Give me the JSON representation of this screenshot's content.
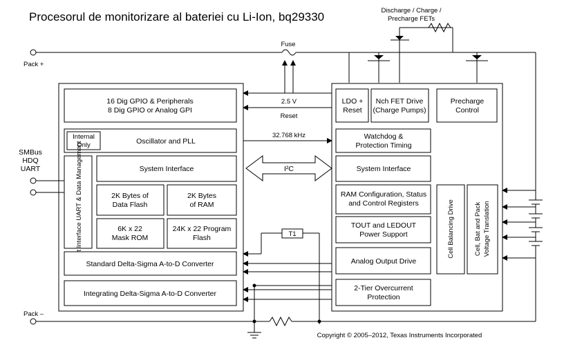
{
  "title": "Procesorul de monitorizare al bateriei cu Li-Ion, bq29330",
  "fets_label": [
    "Discharge / Charge /",
    "Precharge FETs"
  ],
  "fuse_label": "Fuse",
  "pack_plus": "Pack +",
  "pack_minus": "Pack –",
  "host_io": [
    "SMBus",
    "HDQ",
    "UART"
  ],
  "signals": {
    "v25": "2.5 V",
    "reset": "Reset",
    "clock": "32.768 kHz",
    "i2c": "I²C",
    "t1": "T1"
  },
  "left_chip": {
    "gpio": [
      "16 Dig GPIO & Peripherals",
      "8 Dig GPIO or Analog GPI"
    ],
    "internal_only": [
      "Internal",
      "Only"
    ],
    "oscillator": "Oscillator and PLL",
    "host_interface": "Host Interface UART & Data Management",
    "system_interface": "System Interface",
    "data_flash": [
      "2K Bytes of",
      "Data Flash"
    ],
    "ram": [
      "2K Bytes",
      "of RAM"
    ],
    "mask_rom": [
      "6K x 22",
      "Mask ROM"
    ],
    "program_flash": [
      "24K x 22 Program",
      "Flash"
    ],
    "std_adc": "Standard Delta-Sigma A-to-D Converter",
    "int_adc": "Integrating Delta-Sigma A-to-D Converter"
  },
  "right_chip": {
    "ldo": [
      "LDO +",
      "Reset"
    ],
    "nch_fet": [
      "Nch FET Drive",
      "(Charge Pumps)"
    ],
    "precharge": [
      "Precharge",
      "Control"
    ],
    "watchdog": [
      "Watchdog &",
      "Protection Timing"
    ],
    "system_interface": "System Interface",
    "ram_config": [
      "RAM Configuration, Status",
      "and Control Registers"
    ],
    "tout": [
      "TOUT and LEDOUT",
      "Power Support"
    ],
    "analog_output": "Analog Output Drive",
    "overcurrent": [
      "2-Tier Overcurrent",
      "Protection"
    ],
    "cell_balancing": "Cell Balancing Drive",
    "cell_translation": [
      "Cell, Bat and Pack",
      "Voltage Translation"
    ]
  },
  "copyright": "Copyright © 2005–2012, Texas Instruments Incorporated"
}
